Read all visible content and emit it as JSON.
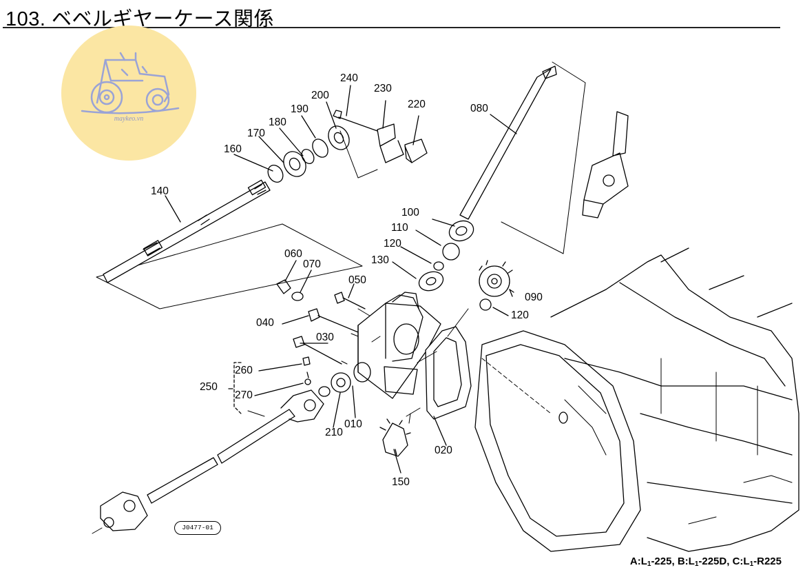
{
  "title": "103. ベベルギヤーケース関係",
  "watermark": {
    "text": "maykeo.vn",
    "icon": "tractor-icon",
    "color": "#fbe6a3"
  },
  "callouts": [
    {
      "id": "240",
      "label": "240"
    },
    {
      "id": "230",
      "label": "230"
    },
    {
      "id": "220",
      "label": "220"
    },
    {
      "id": "200",
      "label": "200"
    },
    {
      "id": "190",
      "label": "190"
    },
    {
      "id": "180",
      "label": "180"
    },
    {
      "id": "170",
      "label": "170"
    },
    {
      "id": "160",
      "label": "160"
    },
    {
      "id": "140",
      "label": "140"
    },
    {
      "id": "080",
      "label": "080"
    },
    {
      "id": "100",
      "label": "100"
    },
    {
      "id": "110",
      "label": "110"
    },
    {
      "id": "120a",
      "label": "120"
    },
    {
      "id": "130",
      "label": "130"
    },
    {
      "id": "060",
      "label": "060"
    },
    {
      "id": "070",
      "label": "070"
    },
    {
      "id": "050",
      "label": "050"
    },
    {
      "id": "040",
      "label": "040"
    },
    {
      "id": "030",
      "label": "030"
    },
    {
      "id": "090",
      "label": "090"
    },
    {
      "id": "120b",
      "label": "120"
    },
    {
      "id": "260",
      "label": "260"
    },
    {
      "id": "250",
      "label": "250"
    },
    {
      "id": "270",
      "label": "270"
    },
    {
      "id": "210",
      "label": "210"
    },
    {
      "id": "010",
      "label": "010"
    },
    {
      "id": "020",
      "label": "020"
    },
    {
      "id": "150",
      "label": "150"
    }
  ],
  "drawing_code": "J0477-01",
  "footer": {
    "a_prefix": "A:L",
    "a_sub": "1",
    "a_rest": "-225,",
    "b_prefix": "B:L",
    "b_sub": "1",
    "b_rest": "-225D,",
    "c_prefix": "C:L",
    "c_sub": "1",
    "c_rest": "-R225"
  }
}
